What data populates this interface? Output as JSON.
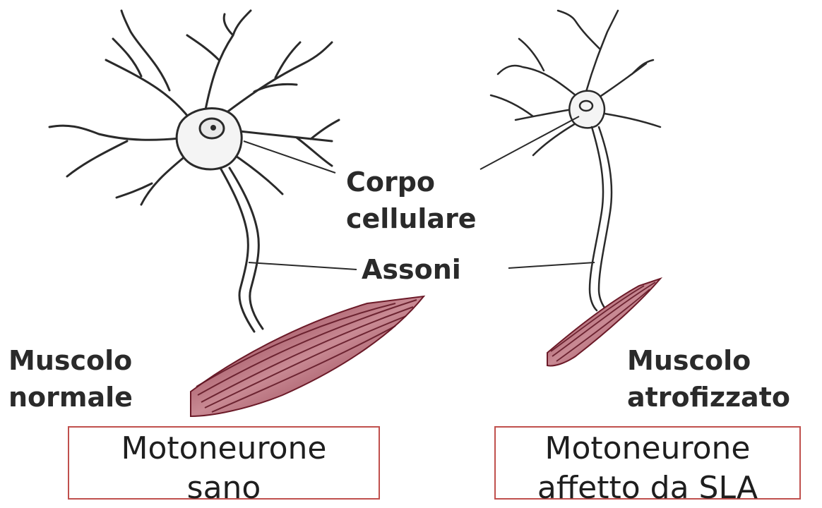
{
  "labels": {
    "cell_body": [
      "Corpo",
      "cellulare"
    ],
    "axons": "Assoni",
    "normal_muscle": [
      "Muscolo",
      "normale"
    ],
    "atrophied_muscle": [
      "Muscolo",
      "atrofizzato"
    ]
  },
  "captions": {
    "healthy": [
      "Motoneurone",
      "sano"
    ],
    "sla": [
      "Motoneurone",
      "affetto da SLA"
    ]
  },
  "colors": {
    "ink": "#2a2a2a",
    "muscle": "#8b2a3a",
    "muscle_light": "#c98a94",
    "caption_border": "#c0504d"
  }
}
